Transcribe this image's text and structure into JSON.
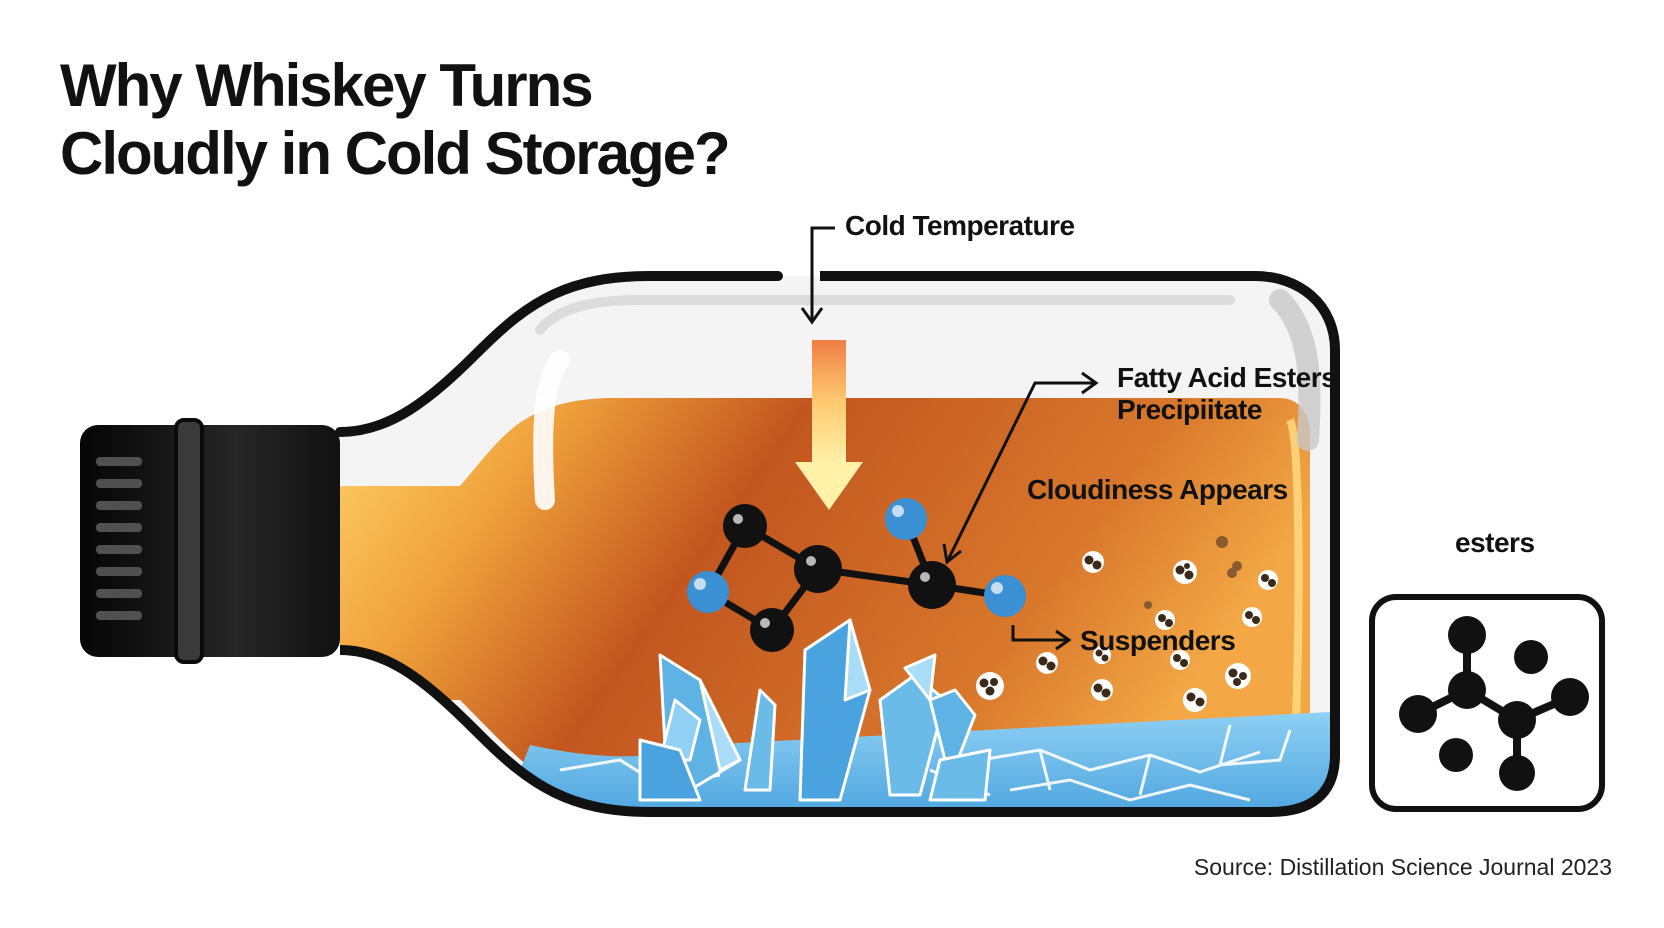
{
  "title": {
    "line1": "Why Whiskey Turns",
    "line2": "Cloudly in Cold Storage?"
  },
  "labels": {
    "cold_temperature": "Cold Temperature",
    "fatty_acid_line1": "Fatty Acid Esters",
    "fatty_acid_line2": "Precipiitate",
    "cloudiness": "Cloudiness Appears",
    "suspenders": "Suspenders",
    "esters": "esters"
  },
  "source": "Source: Distillation Science Journal 2023",
  "colors": {
    "whiskey_dark": "#b9551f",
    "whiskey_light": "#f0a23c",
    "ice_blue": "#5fb2e4",
    "atom_blue": "#3b8fd3",
    "atom_black": "#111111",
    "cap_black": "#1a1a1a"
  },
  "icons": [
    "bottle-cap-icon",
    "ice-crystal-icon",
    "molecule-icon",
    "ester-molecule-icon",
    "down-arrow-icon"
  ]
}
